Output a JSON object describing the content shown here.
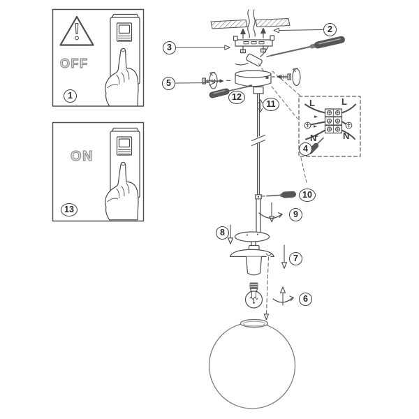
{
  "document": {
    "type": "installation-instruction-sheet",
    "product": "globe pendant ceiling lamp"
  },
  "panels": {
    "off": {
      "label": "OFF",
      "step": "1"
    },
    "on": {
      "label": "ON",
      "step": "13"
    }
  },
  "steps": [
    "1",
    "2",
    "3",
    "4",
    "5",
    "6",
    "7",
    "8",
    "9",
    "10",
    "11",
    "12",
    "13"
  ],
  "wiring_detail": {
    "step": "4",
    "terminal_labels": {
      "live_left": "L",
      "live_right": "L",
      "neutral_left": "N",
      "neutral_right": "N"
    }
  },
  "colors": {
    "ink": "#4d4d4d",
    "ink_light": "#8f8f8f",
    "paper": "#ffffff"
  }
}
